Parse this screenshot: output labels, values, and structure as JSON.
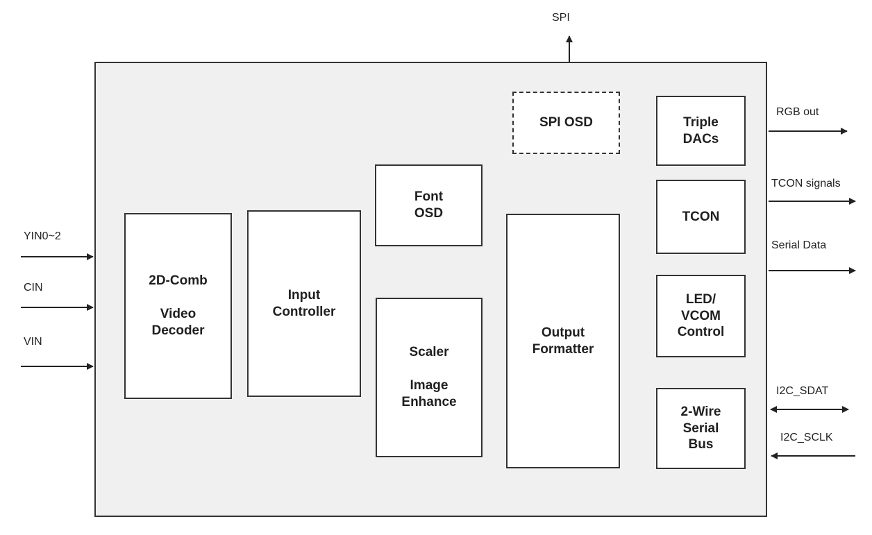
{
  "blocks": {
    "comb": {
      "line1": "2D-Comb",
      "line2": "Video",
      "line3": "Decoder"
    },
    "input_controller": {
      "line1": "Input",
      "line2": "Controller"
    },
    "font_osd": {
      "line1": "Font",
      "line2": "OSD"
    },
    "scaler": {
      "line1": "Scaler",
      "line2": "Image",
      "line3": "Enhance"
    },
    "spi_osd": {
      "line1": "SPI OSD"
    },
    "output_formatter": {
      "line1": "Output",
      "line2": "Formatter"
    },
    "triple_dacs": {
      "line1": "Triple",
      "line2": "DACs"
    },
    "tcon": {
      "line1": "TCON"
    },
    "led_vcom": {
      "line1": "LED/",
      "line2": "VCOM",
      "line3": "Control"
    },
    "two_wire": {
      "line1": "2-Wire",
      "line2": "Serial",
      "line3": "Bus"
    }
  },
  "signals": {
    "spi": "SPI",
    "yin": "YIN0~2",
    "cin": "CIN",
    "vin": "VIN",
    "rgb_out": "RGB out",
    "tcon_signals": "TCON signals",
    "serial_data": "Serial Data",
    "i2c_sdat": "I2C_SDAT",
    "i2c_sclk": "I2C_SCLK"
  }
}
